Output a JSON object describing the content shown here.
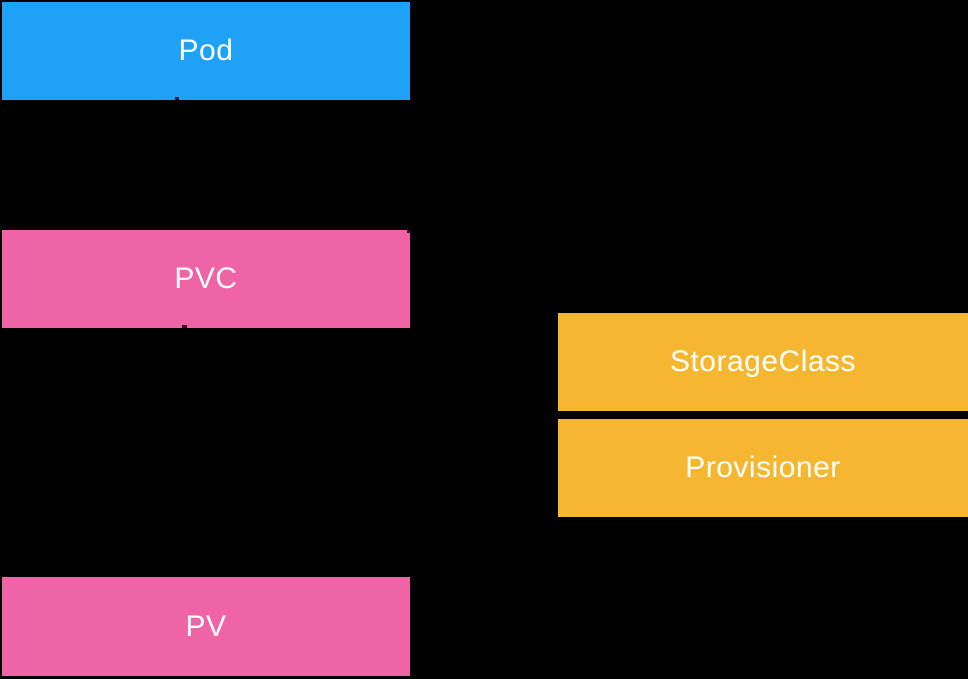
{
  "canvas": {
    "background": "#000000",
    "text_color": "#ffffff"
  },
  "nodes": {
    "pod": {
      "label": "Pod",
      "color": "#1ea2f8"
    },
    "pvc": {
      "label": "PVC",
      "color": "#ee64a7"
    },
    "pv": {
      "label": "PV",
      "color": "#ee64a7"
    },
    "storage_class": {
      "label": "StorageClass",
      "color": "#f5b731"
    },
    "provisioner": {
      "label": "Provisioner",
      "color": "#f5b731"
    }
  }
}
